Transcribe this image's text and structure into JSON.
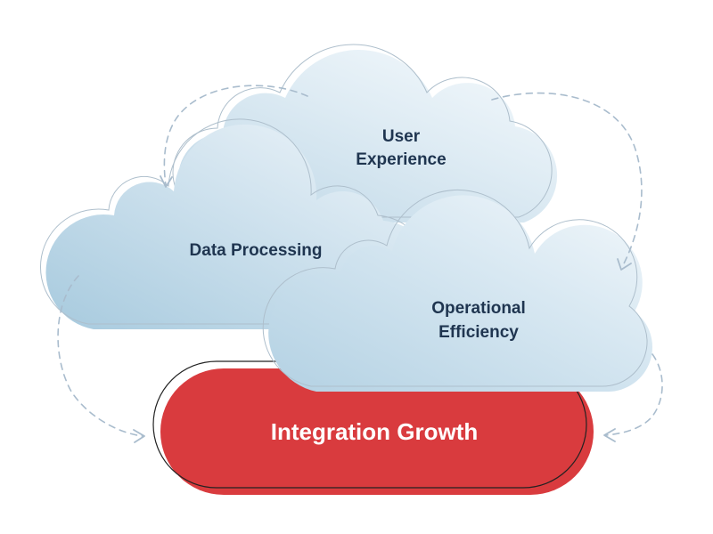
{
  "diagram": {
    "clouds": {
      "user_experience": {
        "line1": "User",
        "line2": "Experience"
      },
      "data_processing": {
        "line1": "Data Processing"
      },
      "operational_efficiency": {
        "line1": "Operational",
        "line2": "Efficiency"
      }
    },
    "outcome": {
      "label": "Integration Growth"
    },
    "colors": {
      "pill_fill": "#d93b3e",
      "cloud_light": "#e9f2f8",
      "cloud_dark": "#a9cbe0",
      "cloud_text": "#1f3550",
      "connector": "#a9bccd"
    }
  }
}
